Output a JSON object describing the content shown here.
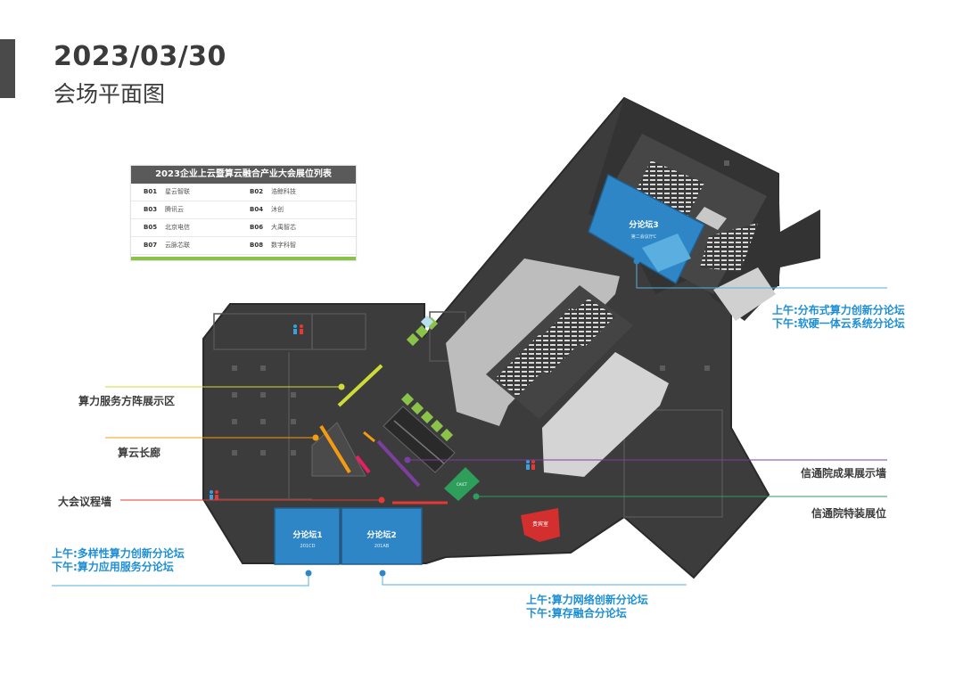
{
  "header": {
    "date": "2023/03/30",
    "subtitle": "会场平面图"
  },
  "booth_table": {
    "title": "2023企业上云暨算云融合产业大会展位列表",
    "rows": [
      [
        {
          "code": "B01",
          "name": "星云智联"
        },
        {
          "code": "B02",
          "name": "浩鲸科技"
        }
      ],
      [
        {
          "code": "B03",
          "name": "腾讯云"
        },
        {
          "code": "B04",
          "name": "沐创"
        }
      ],
      [
        {
          "code": "B05",
          "name": "北京电信"
        },
        {
          "code": "B06",
          "name": "大禹智芯"
        }
      ],
      [
        {
          "code": "B07",
          "name": "云脉芯联"
        },
        {
          "code": "B08",
          "name": "数字科智"
        }
      ]
    ],
    "accent_color": "#8bc34a"
  },
  "rooms": {
    "forum1": {
      "name": "分论坛1",
      "room": "201CD"
    },
    "forum2": {
      "name": "分论坛2",
      "room": "201AB"
    },
    "forum3": {
      "name": "分论坛3",
      "room": "第二会议厅C"
    },
    "vip": {
      "name": "贵宾室"
    },
    "caict": {
      "name": "CAICT"
    }
  },
  "callouts": {
    "compute_matrix": "算力服务方阵展示区",
    "corridor": "算云长廊",
    "agenda_wall": "大会议程墙",
    "caict_wall": "信通院成果展示墙",
    "caict_booth": "信通院特装展位",
    "forum1_am": "上午:多样性算力创新分论坛",
    "forum1_pm": "下午:算力应用服务分论坛",
    "forum2_am": "上午:算力网络创新分论坛",
    "forum2_pm": "下午:算存融合分论坛",
    "forum3_am": "上午:分布式算力创新分论坛",
    "forum3_pm": "下午:软硬一体云系统分论坛"
  },
  "colors": {
    "forum_blue": "#2f86c6",
    "line_blue": "#5aaee0",
    "callout_text_blue": "#1e8fd5",
    "yellow": "#cddc39",
    "orange": "#f39c12",
    "red": "#e53935",
    "purple": "#7b3fa0",
    "green": "#2e9e5b",
    "floor_dark": "#3a3a3a"
  }
}
